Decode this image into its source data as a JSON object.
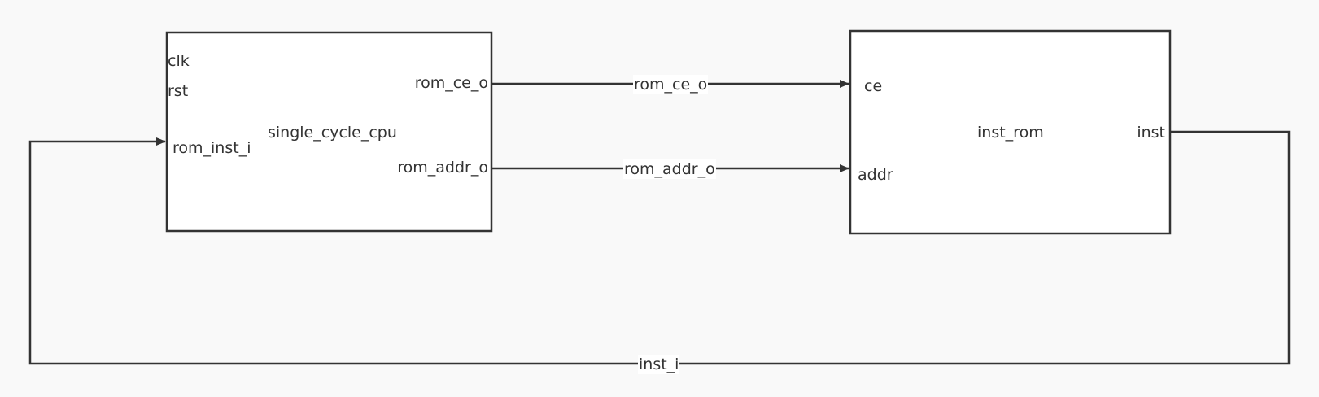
{
  "colors": {
    "background": "#f9f9f9",
    "block_fill": "#ffffff",
    "stroke": "#333333",
    "text": "#333333"
  },
  "blocks": {
    "cpu": {
      "name": "single_cycle_cpu",
      "ports": {
        "clk": "clk",
        "rst": "rst",
        "rom_inst_i": "rom_inst_i",
        "rom_ce_o": "rom_ce_o",
        "rom_addr_o": "rom_addr_o"
      }
    },
    "rom": {
      "name": "inst_rom",
      "ports": {
        "ce": "ce",
        "addr": "addr",
        "inst": "inst"
      }
    }
  },
  "wires": {
    "rom_ce": "rom_ce_o",
    "rom_addr": "rom_addr_o",
    "inst_feedback": "inst_i"
  }
}
